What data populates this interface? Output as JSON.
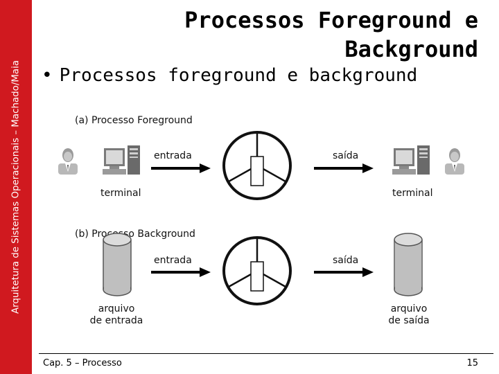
{
  "sidebar": {
    "text": "Arquitetura de Sistemas Operacionais – Machado/Maia"
  },
  "slide": {
    "title_line1": "Processos Foreground e",
    "title_line2": "Background",
    "bullet": "Processos foreground e background"
  },
  "figure": {
    "a": {
      "caption": "(a) Processo Foreground",
      "input_label": "entrada",
      "output_label": "saída",
      "left_device": "terminal",
      "right_device": "terminal"
    },
    "b": {
      "caption": "(b) Processo Background",
      "input_label": "entrada",
      "output_label": "saída",
      "left_device_line1": "arquivo",
      "left_device_line2": "de entrada",
      "right_device_line1": "arquivo",
      "right_device_line2": "de saída"
    }
  },
  "footer": {
    "chapter": "Cap. 5 – Processo",
    "page": "15"
  },
  "colors": {
    "sidebar": "#d0191f",
    "device": "#bfbfbf"
  }
}
